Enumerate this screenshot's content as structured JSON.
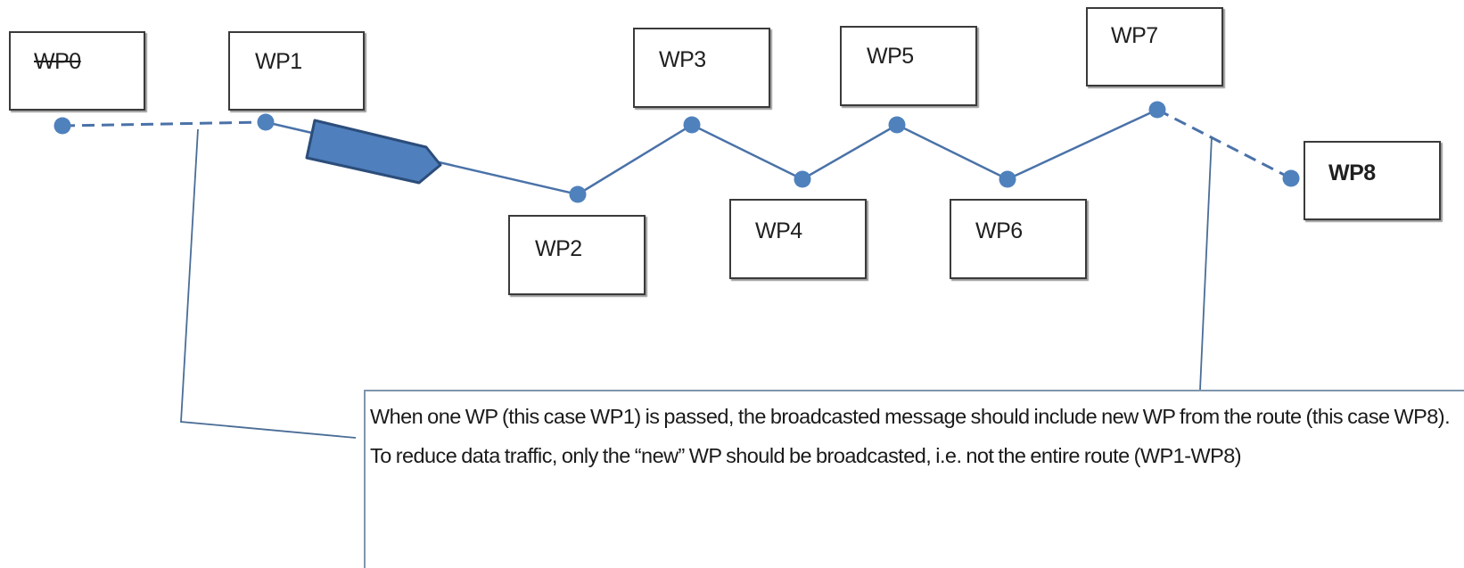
{
  "waypoints": [
    {
      "id": "WP0",
      "label": "WP0",
      "struck": true
    },
    {
      "id": "WP1",
      "label": "WP1"
    },
    {
      "id": "WP2",
      "label": "WP2"
    },
    {
      "id": "WP3",
      "label": "WP3"
    },
    {
      "id": "WP4",
      "label": "WP4"
    },
    {
      "id": "WP5",
      "label": "WP5"
    },
    {
      "id": "WP6",
      "label": "WP6"
    },
    {
      "id": "WP7",
      "label": "WP7"
    },
    {
      "id": "WP8",
      "label": "WP8",
      "bold": true
    }
  ],
  "callout": {
    "text": "When one WP (this case WP1) is passed, the broadcasted message should include new WP from the route (this case WP8). To reduce data traffic, only the “new” WP should be broadcasted, i.e. not the entire route (WP1-WP8)"
  },
  "colors": {
    "route_line": "#4a72a8",
    "waypoint_dot": "#4f81bd",
    "vessel_fill": "#4f7fbd",
    "vessel_stroke": "#2c4d7a",
    "callout_border": "#7f96ad"
  }
}
